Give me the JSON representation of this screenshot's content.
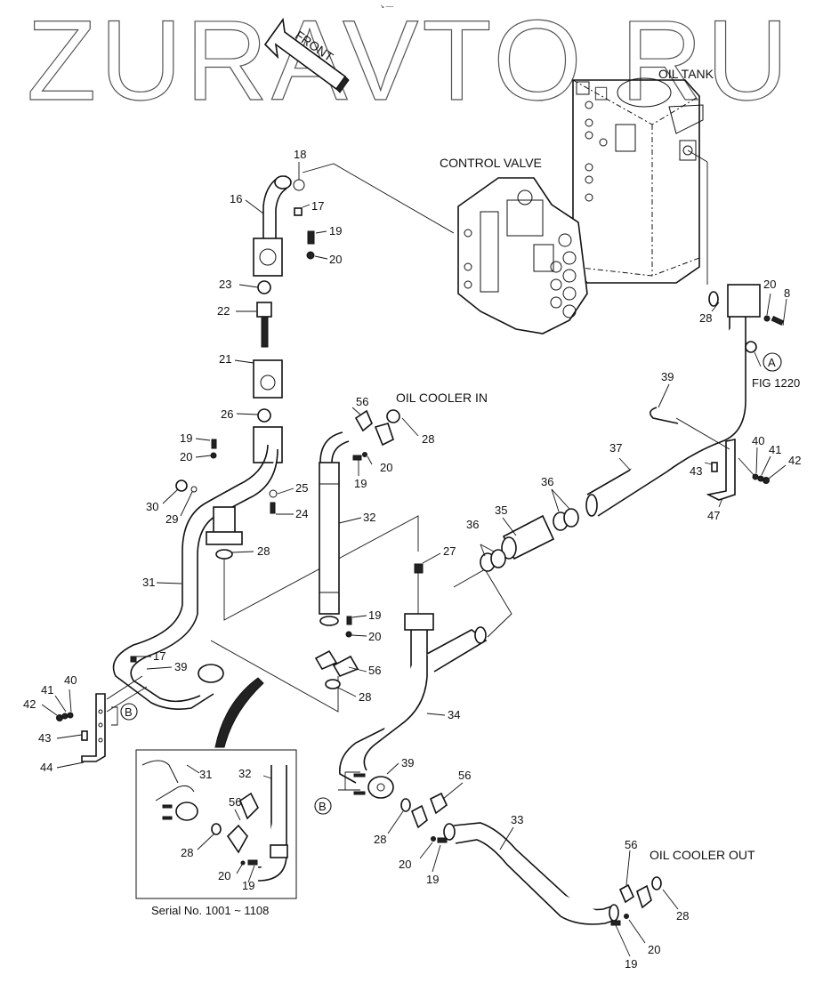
{
  "watermark": "ZURAVTO.RU",
  "top_mark": "↘ ──",
  "front_arrow": "FRONT",
  "assemblies": {
    "oil_tank": "OIL TANK",
    "control_valve": "CONTROL VALVE",
    "oil_cooler_in": "OIL COOLER IN",
    "oil_cooler_out": "OIL COOLER OUT"
  },
  "references": {
    "ref_a": "A",
    "ref_a_fig": "FIG 1220",
    "ref_b_left": "B",
    "ref_b_lower": "B"
  },
  "inset_caption": "Serial No. 1001 ~ 1108",
  "callouts": [
    {
      "id": "c18",
      "text": "18"
    },
    {
      "id": "c16",
      "text": "16"
    },
    {
      "id": "c17a",
      "text": "17"
    },
    {
      "id": "c19a",
      "text": "19"
    },
    {
      "id": "c20a",
      "text": "20"
    },
    {
      "id": "c23",
      "text": "23"
    },
    {
      "id": "c22",
      "text": "22"
    },
    {
      "id": "c21",
      "text": "21"
    },
    {
      "id": "c26",
      "text": "26"
    },
    {
      "id": "c19b",
      "text": "19"
    },
    {
      "id": "c20b",
      "text": "20"
    },
    {
      "id": "c30",
      "text": "30"
    },
    {
      "id": "c29",
      "text": "29"
    },
    {
      "id": "c25",
      "text": "25"
    },
    {
      "id": "c24",
      "text": "24"
    },
    {
      "id": "c28a",
      "text": "28"
    },
    {
      "id": "c31",
      "text": "31"
    },
    {
      "id": "c17b",
      "text": "17"
    },
    {
      "id": "c39a",
      "text": "39"
    },
    {
      "id": "c40a",
      "text": "40"
    },
    {
      "id": "c41a",
      "text": "41"
    },
    {
      "id": "c42a",
      "text": "42"
    },
    {
      "id": "c43a",
      "text": "43"
    },
    {
      "id": "c44",
      "text": "44"
    },
    {
      "id": "c56a",
      "text": "56"
    },
    {
      "id": "c28b",
      "text": "28"
    },
    {
      "id": "c20c",
      "text": "20"
    },
    {
      "id": "c19c",
      "text": "19"
    },
    {
      "id": "c32",
      "text": "32"
    },
    {
      "id": "c19d",
      "text": "19"
    },
    {
      "id": "c20d",
      "text": "20"
    },
    {
      "id": "c56b",
      "text": "56"
    },
    {
      "id": "c28c",
      "text": "28"
    },
    {
      "id": "c27",
      "text": "27"
    },
    {
      "id": "c34",
      "text": "34"
    },
    {
      "id": "c36a",
      "text": "36"
    },
    {
      "id": "c35",
      "text": "35"
    },
    {
      "id": "c36b",
      "text": "36"
    },
    {
      "id": "c37",
      "text": "37"
    },
    {
      "id": "c39b",
      "text": "39"
    },
    {
      "id": "c43b",
      "text": "43"
    },
    {
      "id": "c47",
      "text": "47"
    },
    {
      "id": "c40b",
      "text": "40"
    },
    {
      "id": "c41b",
      "text": "41"
    },
    {
      "id": "c42b",
      "text": "42"
    },
    {
      "id": "c28d",
      "text": "28"
    },
    {
      "id": "c20e",
      "text": "20"
    },
    {
      "id": "c8",
      "text": "8"
    },
    {
      "id": "c39c",
      "text": "39"
    },
    {
      "id": "c56c",
      "text": "56"
    },
    {
      "id": "c28e",
      "text": "28"
    },
    {
      "id": "c20f",
      "text": "20"
    },
    {
      "id": "c19e",
      "text": "19"
    },
    {
      "id": "c33",
      "text": "33"
    },
    {
      "id": "c56d",
      "text": "56"
    },
    {
      "id": "c28f",
      "text": "28"
    },
    {
      "id": "c20g",
      "text": "20"
    },
    {
      "id": "c19f",
      "text": "19"
    },
    {
      "id": "i31",
      "text": "31"
    },
    {
      "id": "i32",
      "text": "32"
    },
    {
      "id": "i56",
      "text": "56"
    },
    {
      "id": "i28",
      "text": "28"
    },
    {
      "id": "i20",
      "text": "20"
    },
    {
      "id": "i19",
      "text": "19"
    }
  ]
}
